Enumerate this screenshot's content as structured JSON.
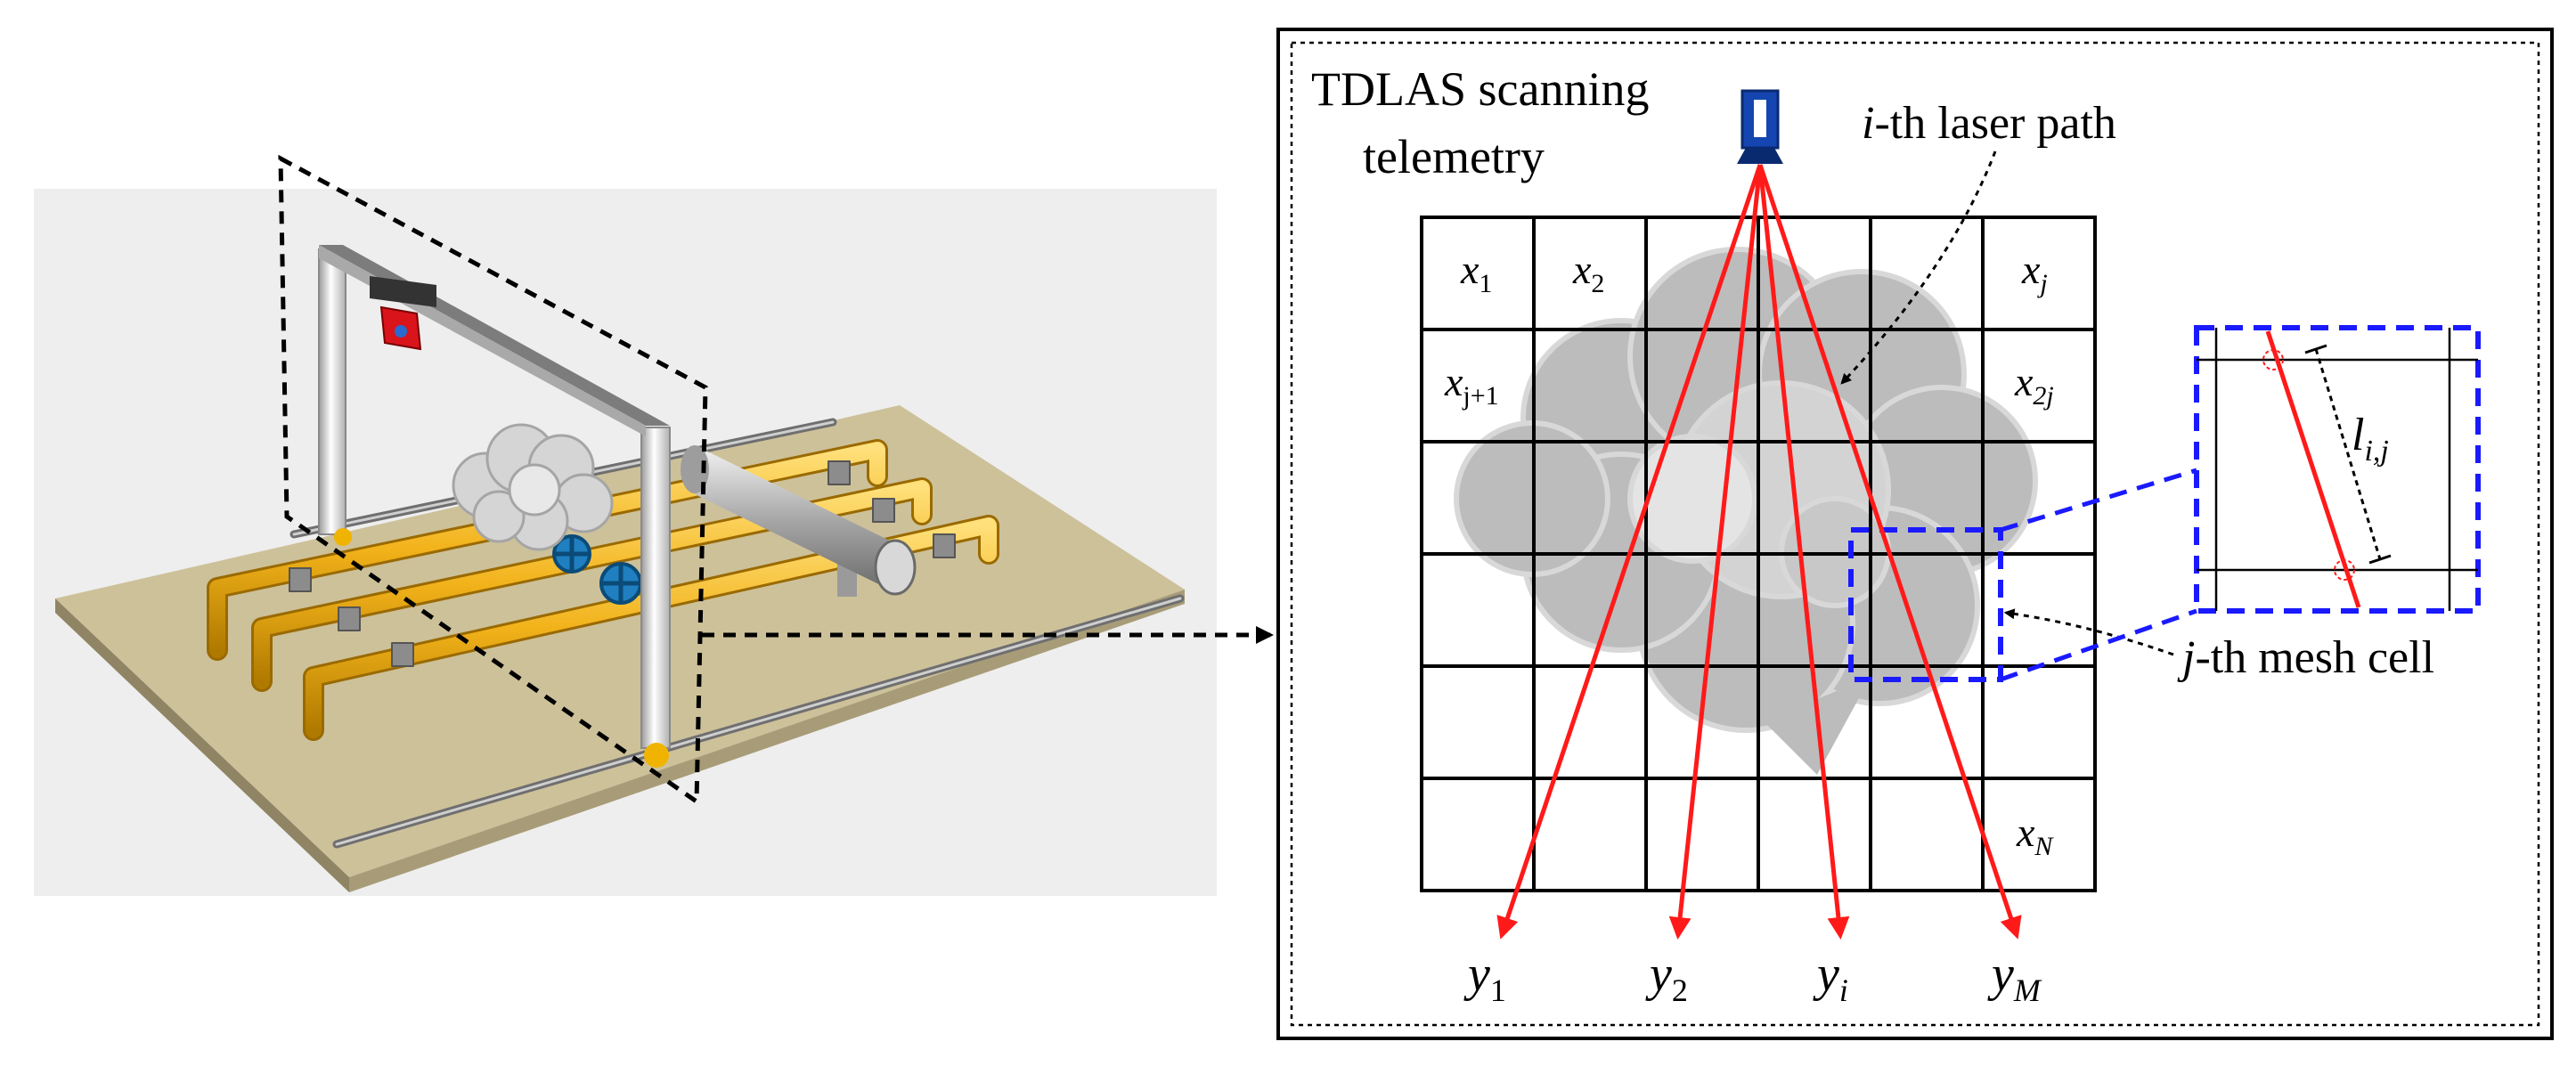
{
  "diagram": {
    "title_lines": [
      "TDLAS scanning",
      "telemetry"
    ],
    "laser_path_label": {
      "prefix": "i",
      "suffix": "-th laser path"
    },
    "mesh_cell_label": {
      "prefix": "j",
      "suffix": "-th mesh cell"
    },
    "path_length_label": {
      "base": "l",
      "sub": "i,j"
    },
    "cells": [
      {
        "base": "x",
        "sub": "1"
      },
      {
        "base": "x",
        "sub": "2"
      },
      {
        "base": "x",
        "sub": "j"
      },
      {
        "base": "x",
        "sub": "j+1"
      },
      {
        "base": "x",
        "sub": "2j"
      },
      {
        "base": "x",
        "sub": "N"
      }
    ],
    "outputs": [
      {
        "base": "y",
        "sub": "1"
      },
      {
        "base": "y",
        "sub": "2"
      },
      {
        "base": "y",
        "sub": "i"
      },
      {
        "base": "y",
        "sub": "M"
      }
    ],
    "colors": {
      "laser": "#ff1a1a",
      "mesh_highlight": "#1a1aff",
      "pipe": "#f2b21a",
      "floor": "#c9bd93",
      "plume": "#bdbdbd"
    }
  }
}
